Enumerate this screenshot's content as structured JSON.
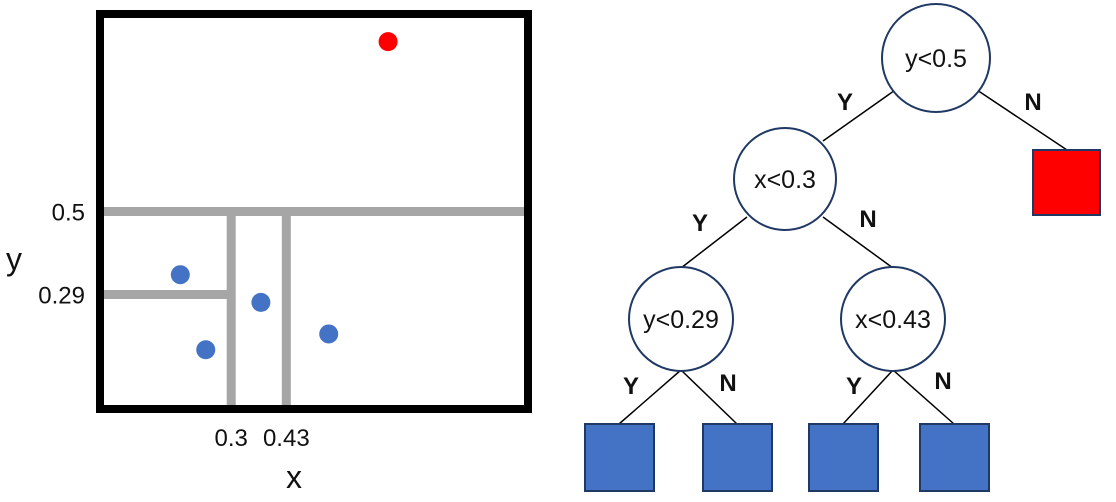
{
  "colors": {
    "frame": "#000000",
    "split_line": "#a6a6a6",
    "point_blue": "#4472c4",
    "point_red": "#ff0000",
    "leaf_blue_fill": "#4472c4",
    "leaf_blue_stroke": "#1f3864",
    "leaf_red_fill": "#ff0000",
    "leaf_red_stroke": "#1f3864",
    "node_stroke": "#1f3864"
  },
  "scatter": {
    "axis_x_label": "x",
    "axis_y_label": "y",
    "ticks_x": [
      {
        "value": 0.3,
        "label": "0.3"
      },
      {
        "value": 0.43,
        "label": "0.43"
      }
    ],
    "ticks_y": [
      {
        "value": 0.5,
        "label": "0.5"
      },
      {
        "value": 0.29,
        "label": "0.29"
      }
    ],
    "splits": [
      {
        "orientation": "horizontal",
        "at": 0.5,
        "from": 0.0,
        "to": 1.0
      },
      {
        "orientation": "vertical",
        "at": 0.3,
        "from": 0.0,
        "to": 0.5
      },
      {
        "orientation": "vertical",
        "at": 0.43,
        "from": 0.0,
        "to": 0.5
      },
      {
        "orientation": "horizontal",
        "at": 0.29,
        "from": 0.0,
        "to": 0.3
      }
    ],
    "points": [
      {
        "x": 0.18,
        "y": 0.34,
        "class": "blue"
      },
      {
        "x": 0.24,
        "y": 0.15,
        "class": "blue"
      },
      {
        "x": 0.37,
        "y": 0.27,
        "class": "blue"
      },
      {
        "x": 0.53,
        "y": 0.19,
        "class": "blue"
      },
      {
        "x": 0.67,
        "y": 0.93,
        "class": "red"
      }
    ]
  },
  "tree": {
    "yes_label": "Y",
    "no_label": "N",
    "nodes": [
      {
        "id": "root",
        "text": "y<0.5"
      },
      {
        "id": "n1",
        "text": "x<0.3"
      },
      {
        "id": "n2",
        "text": "y<0.29"
      },
      {
        "id": "n3",
        "text": "x<0.43"
      }
    ],
    "leaves": [
      {
        "id": "leaf-root-no",
        "class": "red"
      },
      {
        "id": "leaf-n2-yes",
        "class": "blue"
      },
      {
        "id": "leaf-n2-no",
        "class": "blue"
      },
      {
        "id": "leaf-n3-yes",
        "class": "blue"
      },
      {
        "id": "leaf-n3-no",
        "class": "blue"
      }
    ]
  }
}
